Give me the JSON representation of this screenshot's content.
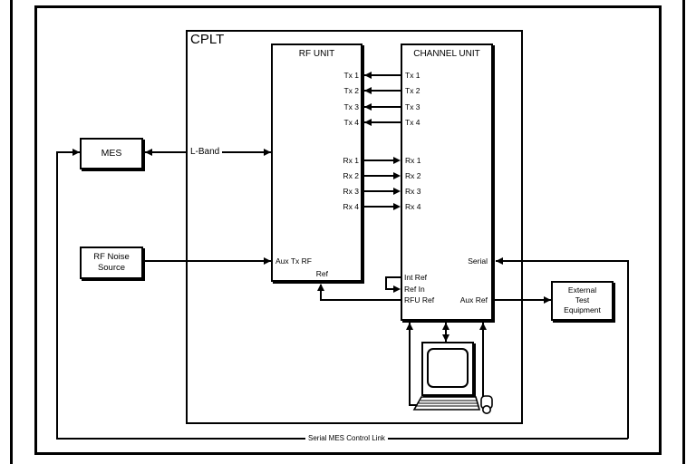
{
  "diagram": {
    "cplt_label": "CPLT",
    "rf_unit": {
      "title": "RF UNIT",
      "tx_ports": [
        "Tx 1",
        "Tx 2",
        "Tx 3",
        "Tx 4"
      ],
      "rx_ports": [
        "Rx 1",
        "Rx 2",
        "Rx 3",
        "Rx 4"
      ],
      "aux_tx_rf": "Aux Tx RF",
      "ref": "Ref"
    },
    "channel_unit": {
      "title": "CHANNEL UNIT",
      "tx_ports": [
        "Tx 1",
        "Tx 2",
        "Tx 3",
        "Tx 4"
      ],
      "rx_ports": [
        "Rx 1",
        "Rx 2",
        "Rx 3",
        "Rx 4"
      ],
      "int_ref": "Int Ref",
      "ref_in": "Ref In",
      "rfu_ref": "RFU Ref",
      "serial": "Serial",
      "aux_ref": "Aux Ref"
    },
    "mes": {
      "label": "MES"
    },
    "rf_noise_source": {
      "line1": "RF Noise",
      "line2": "Source"
    },
    "external_test_equipment": {
      "line1": "External",
      "line2": "Test",
      "line3": "Equipment"
    },
    "links": {
      "l_band": "L-Band",
      "serial_mes_control": "Serial MES Control Link"
    },
    "colors": {
      "line": "#000000",
      "background": "#ffffff"
    }
  }
}
